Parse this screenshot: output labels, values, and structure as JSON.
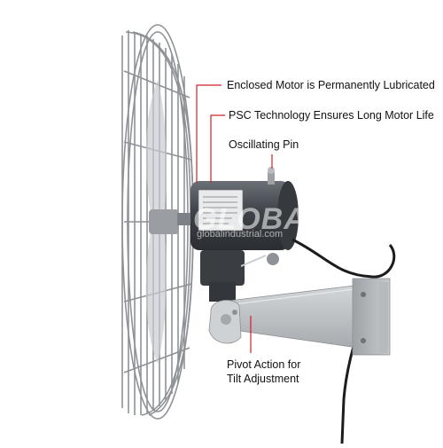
{
  "callouts": {
    "motor": "Enclosed Motor is Permanently Lubricated",
    "psc": "PSC Technology Ensures Long Motor Life",
    "pin": "Oscillating Pin",
    "pivot_line1": "Pivot Action for",
    "pivot_line2": "Tilt Adjustment"
  },
  "watermark": {
    "brand": "GLOBAL",
    "site": "globalindustrial.com"
  },
  "colors": {
    "callout_line": "#d0202a",
    "motor": "#4a4f55",
    "bracket": "#b8bcc0",
    "guard": "#8e9196"
  }
}
